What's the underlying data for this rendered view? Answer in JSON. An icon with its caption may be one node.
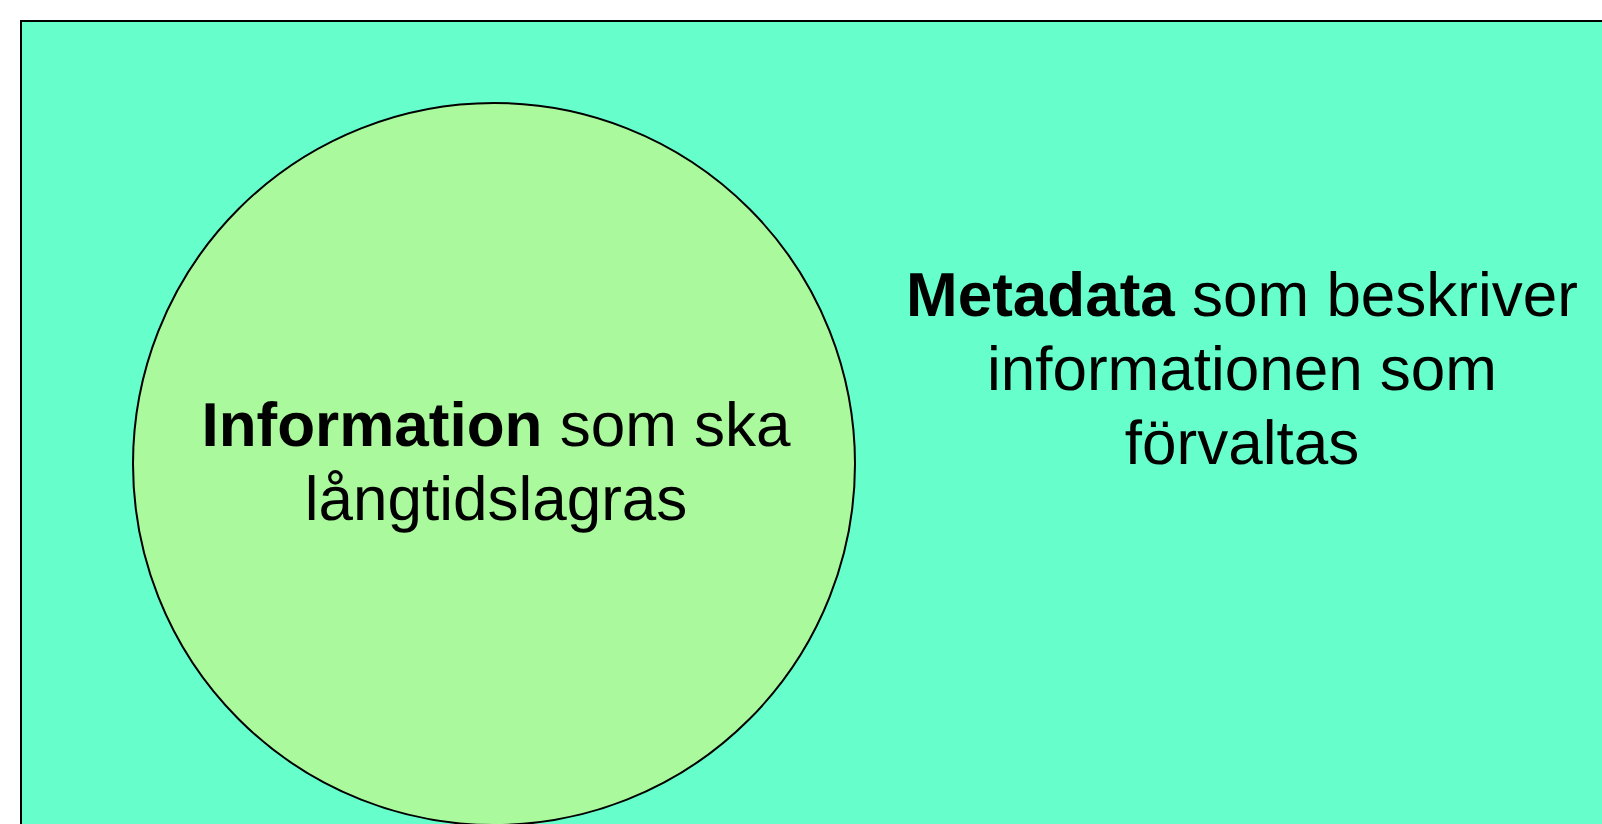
{
  "diagram": {
    "nodes": [
      {
        "text": [
          "**Metadata** som beskriver informationen som förvaltas"
        ]
      },
      {
        "text": [
          "**Information** som ska långtidslagras"
        ],
        "in": 0
      }
    ]
  }
}
